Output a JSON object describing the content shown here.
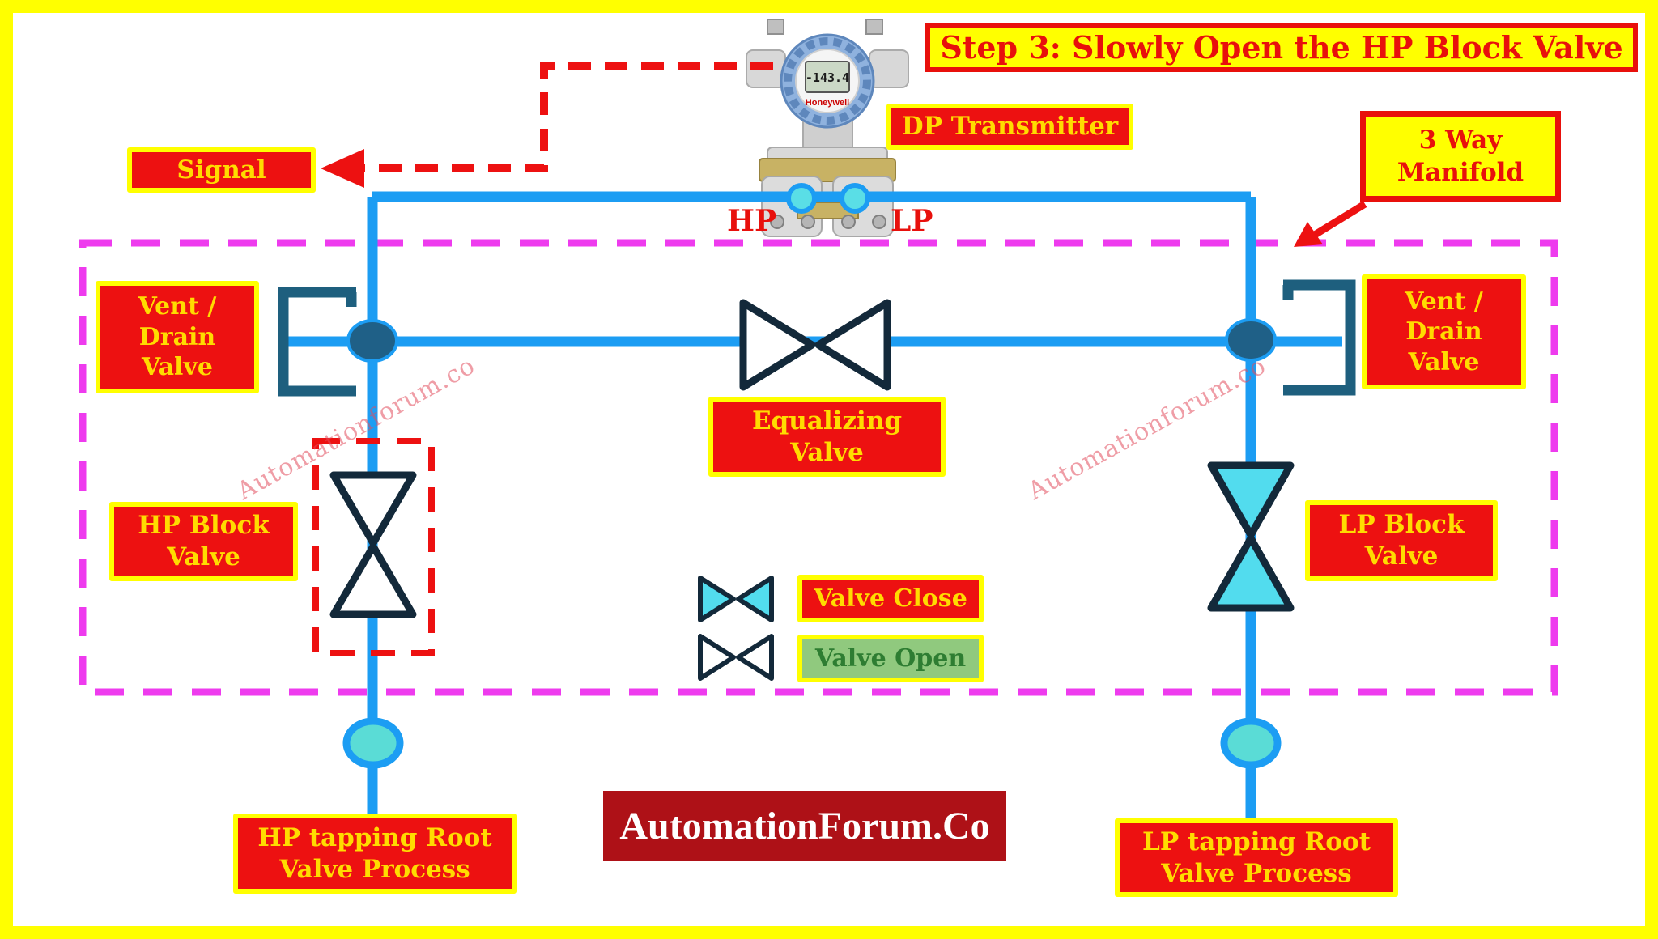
{
  "title": "Step 3: Slowly Open the HP Block Valve",
  "labels": {
    "signal": "Signal",
    "dp_transmitter": "DP Transmitter",
    "manifold": {
      "line1": "3 Way",
      "line2": "Manifold"
    },
    "vent_drain": {
      "line1": "Vent /",
      "line2": "Drain",
      "line3": "Valve"
    },
    "equalizing": {
      "line1": "Equalizing",
      "line2": "Valve"
    },
    "hp_block": {
      "line1": "HP Block",
      "line2": "Valve"
    },
    "lp_block": {
      "line1": "LP Block",
      "line2": "Valve"
    },
    "hp_tapping": {
      "line1": "HP tapping Root",
      "line2": "Valve Process"
    },
    "lp_tapping": {
      "line1": "LP tapping Root",
      "line2": "Valve Process"
    }
  },
  "ports": {
    "hp": "HP",
    "lp": "LP"
  },
  "legend": {
    "close": "Valve Close",
    "open": "Valve Open"
  },
  "transmitter": {
    "brand": "Honeywell",
    "display_value": "-143.4"
  },
  "watermark": "Automationforum.co",
  "logo": "AutomationForum.Co",
  "colors": {
    "border_yellow": "#FFFF00",
    "box_red": "#ED1111",
    "box_text_yellow": "#FFDC00",
    "accent_red": "#E8100C",
    "pipe_blue": "#1C9DF3",
    "valve_closed_cyan": "#52DCEE",
    "valve_outline": "#13293A",
    "junction_teal": "#1F6087",
    "root_valve_turquoise": "#5ADCD6",
    "manifold_boundary_magenta": "#EE3BEE",
    "open_box_green_bg": "#90C97E",
    "open_box_green_text": "#2E7D32",
    "logo_bg": "#AE1117"
  }
}
